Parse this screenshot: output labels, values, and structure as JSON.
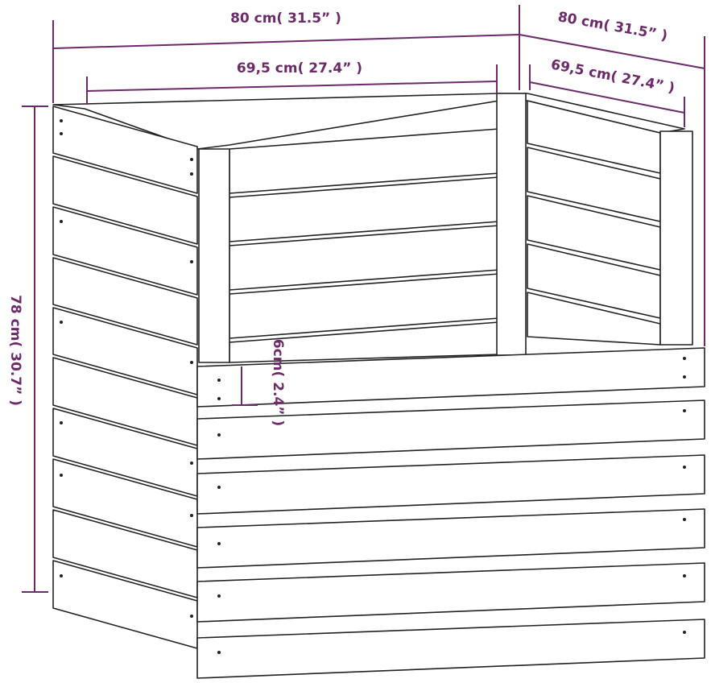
{
  "colors": {
    "dimension": "#6d2a6a",
    "outline": "#222222",
    "board": "#ffffff"
  },
  "dimensions": {
    "outer_width": "80 cm( 31.5” )",
    "outer_depth": "80 cm( 31.5” )",
    "inner_width": "69,5 cm( 27.4” )",
    "inner_depth": "69,5 cm( 27.4” )",
    "height": "78 cm( 30.7” )",
    "slat_height": "6cm( 2.4” )"
  }
}
